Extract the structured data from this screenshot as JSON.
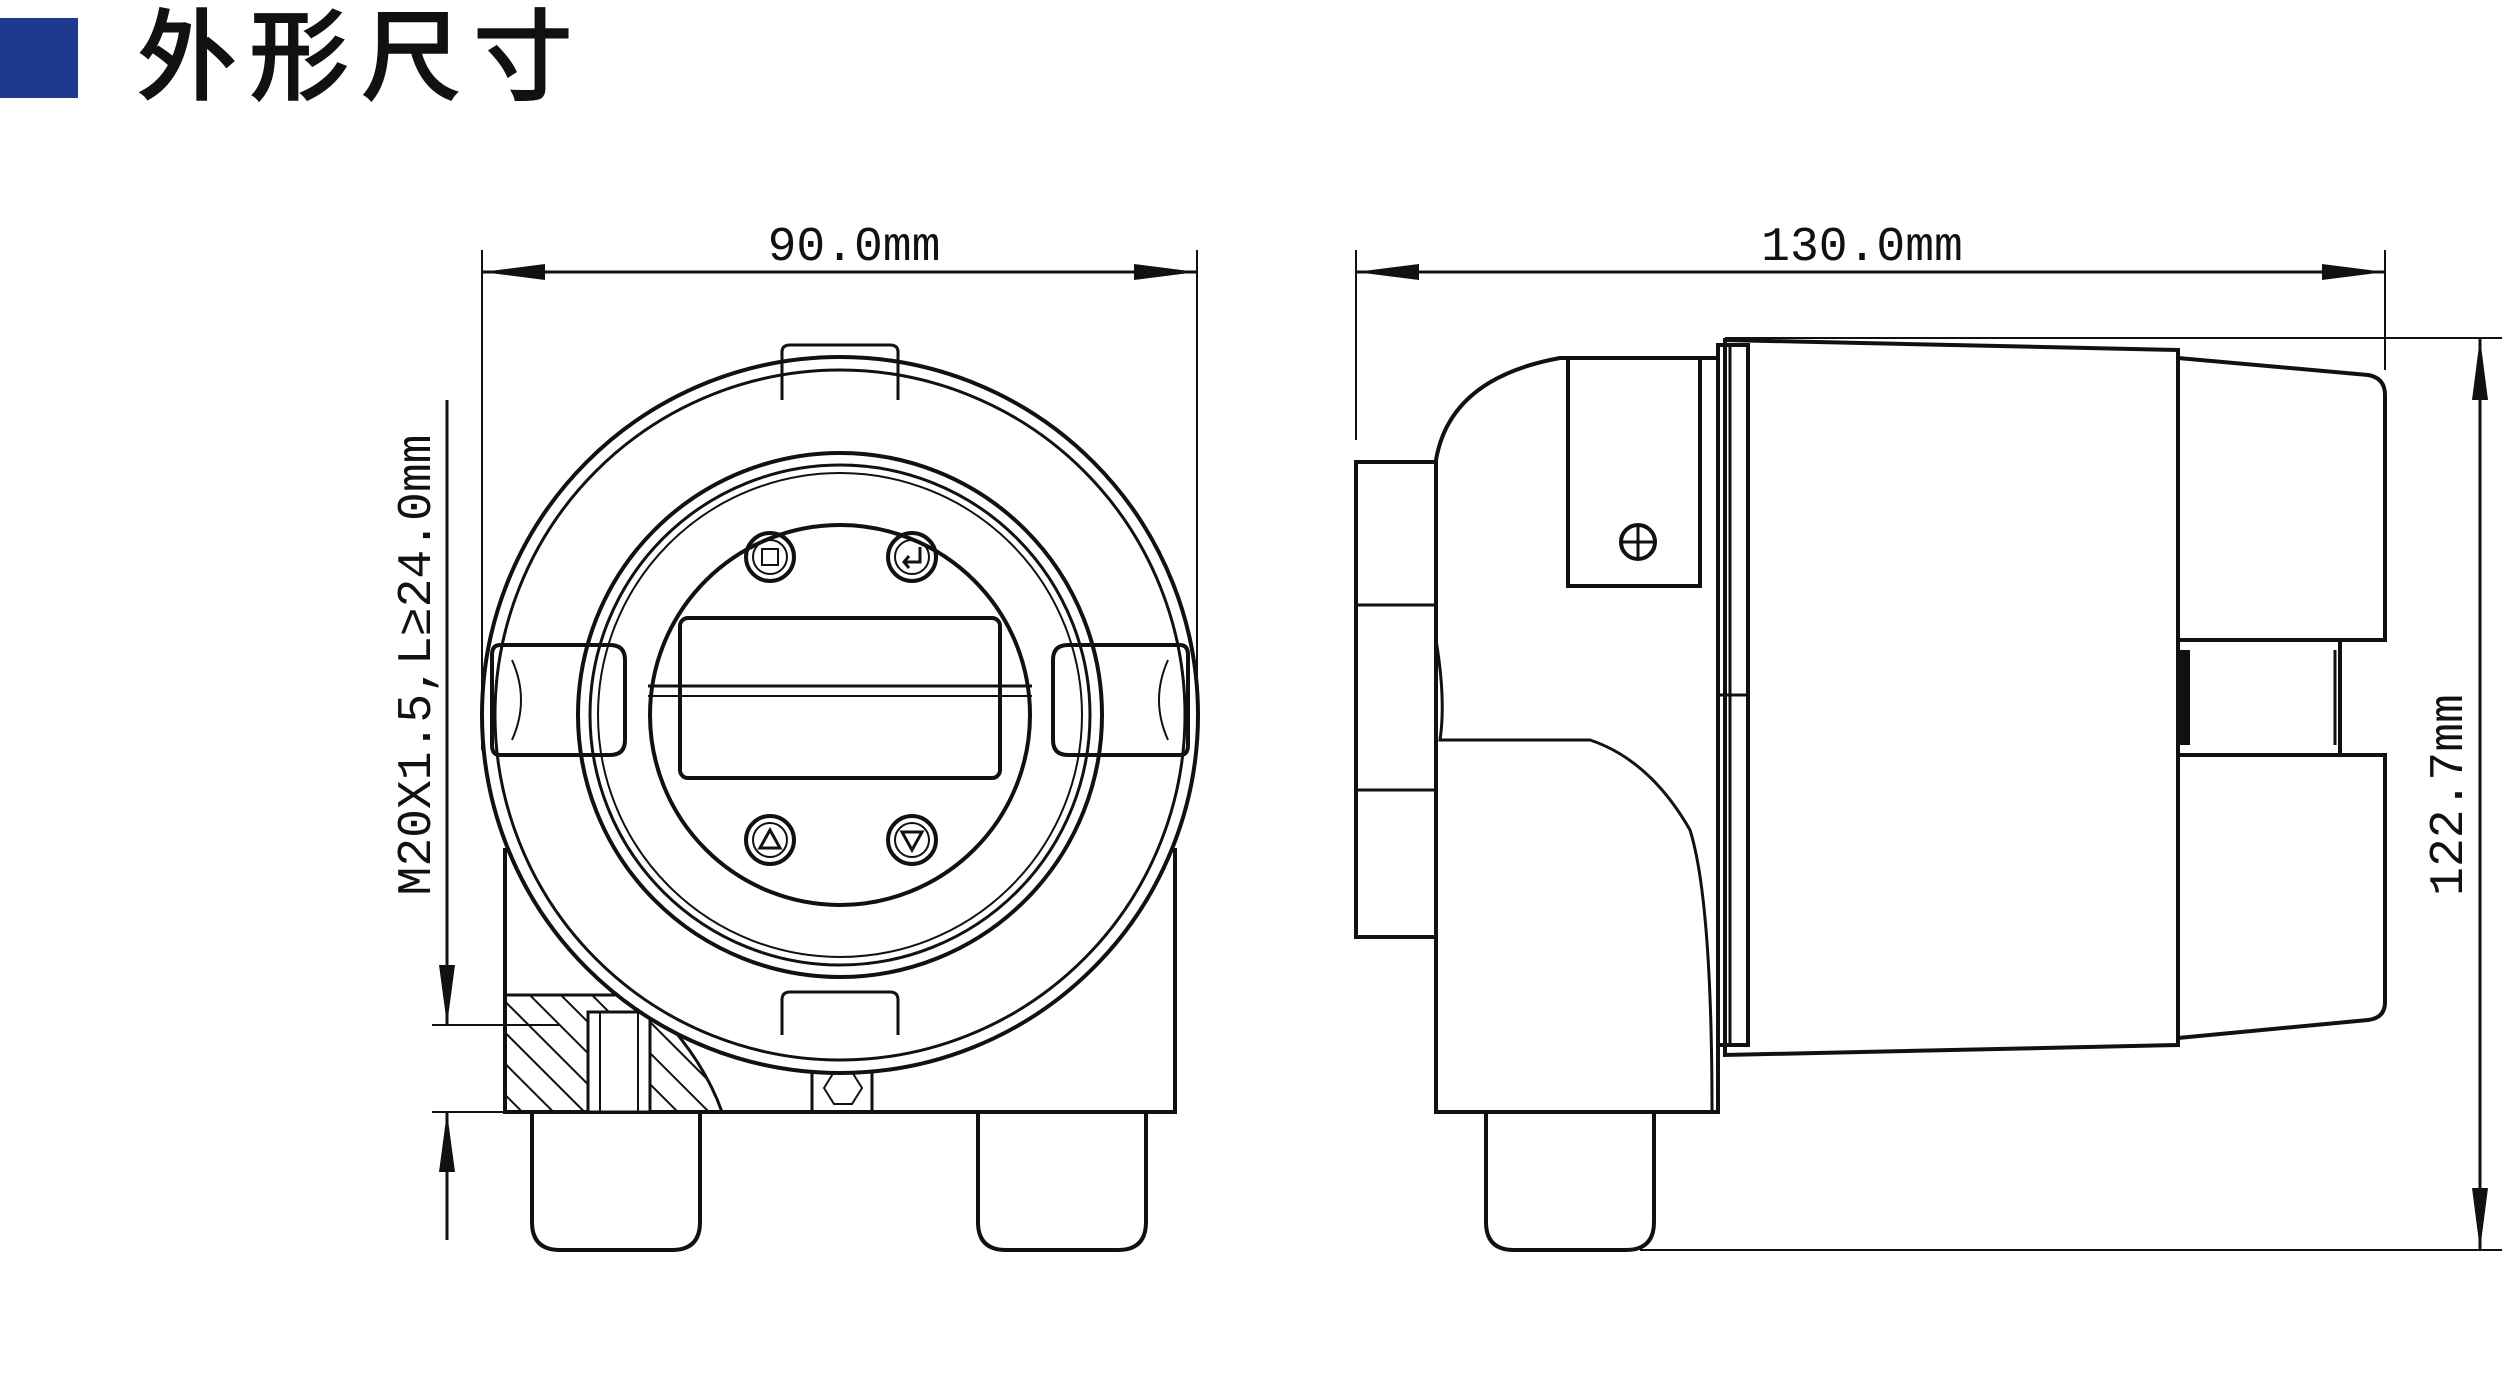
{
  "header": {
    "title": "外形尺寸",
    "accent_color": "#1c3a8e"
  },
  "front_view": {
    "width_label": "90.0mm",
    "thread_label": "M20X1.5,L≥24.0mm",
    "buttons": [
      "menu-icon",
      "enter-icon",
      "up-triangle-icon",
      "down-triangle-icon"
    ]
  },
  "side_view": {
    "length_label": "130.0mm",
    "height_label": "122.7mm"
  }
}
